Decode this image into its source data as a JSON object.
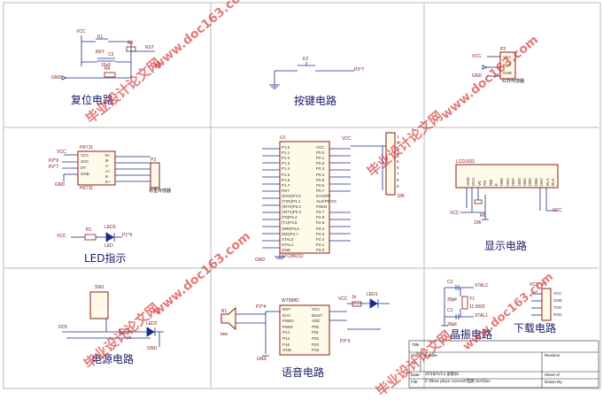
{
  "sections": {
    "reset": "复位电路",
    "button": "按键电路",
    "ir": "红外传感器",
    "led": "LED指示",
    "display": "显示电路",
    "power": "电源电路",
    "voice": "语音电路",
    "crystal": "晶振电路",
    "download": "下载电路"
  },
  "components": {
    "k1": "K1",
    "key": "KEY",
    "r2": "R2",
    "rst": "RST",
    "c3": "C3",
    "c3_val": "10uF",
    "r4": "R4",
    "k2": "K2",
    "p37": "P3^7",
    "p2": "P2",
    "ir_vcc": "VCC",
    "ir_gnd": "GND",
    "hx711": "HX711",
    "hx711_bottom": "HX711",
    "p3": "P3",
    "weight_sensor": "称重传感器",
    "r1": "R1",
    "led3": "LED3",
    "led3_net": "P1^0",
    "led_label": "LED",
    "u1": "U1",
    "mcu": "STC89C52",
    "lcd": "LCD1602",
    "r6": "R6",
    "r6_val": "10K",
    "r10k": "10K",
    "sw1": "SW1",
    "dc5": "DC5",
    "r_1k": "1k",
    "led2": "LED2",
    "wt588d": "WT588D",
    "b1": "B1",
    "bee": "bee",
    "p24": "P2^4",
    "p23": "P2^3",
    "r3": "R3",
    "r3_val": "1k",
    "led1": "LED1",
    "led1_net": "P2^3",
    "c2": "C2",
    "c1": "C1",
    "c_val": "30pF",
    "xtal1": "XTAL1",
    "xtal2": "XTAL2",
    "y1": "Y1",
    "y1_val": "11.0592",
    "p1": "P1"
  },
  "nets": {
    "vcc": "VCC",
    "gnd": "GND"
  },
  "pins": {
    "hx711_left": [
      "VCC",
      "SCK",
      "DT",
      "GND"
    ],
    "hx711_right": [
      "B+",
      "B-",
      "A-",
      "A+",
      "E-",
      "E+"
    ],
    "hx711_nets": [
      "P2^6",
      "P2^7"
    ],
    "ir_module": [
      "VCC",
      "OUT",
      "GND"
    ],
    "mcu_left": [
      "P1.0",
      "P1.1",
      "P1.2",
      "P1.3",
      "P1.4",
      "P1.5",
      "P1.6",
      "P1.7",
      "RST",
      "(RXD)P3.0",
      "(TXD)P3.1",
      "(INT0)P3.2",
      "(INT1)P3.3",
      "(T0)P3.4",
      "(T1)P3.5",
      "(WR)P3.6",
      "(RD)P3.7",
      "XTAL2",
      "XTAL1",
      "GND"
    ],
    "mcu_right": [
      "VCC",
      "P0.0",
      "P0.1",
      "P0.2",
      "P0.3",
      "P0.4",
      "P0.5",
      "P0.6",
      "P0.7",
      "EA/VPP",
      "ALE/PROG",
      "PSEN",
      "P2.7",
      "P2.6",
      "P2.5",
      "P2.4",
      "P2.3",
      "P2.2",
      "P2.1",
      "P2.0"
    ],
    "lcd": [
      "GND",
      "VCC",
      "V0",
      "RS",
      "RW",
      "E",
      "DB0",
      "DB1",
      "DB2",
      "DB3",
      "DB4",
      "DB5",
      "DB6",
      "DB7",
      "BLA",
      "BLK"
    ],
    "wt588d_left": [
      "RST",
      "DAC",
      "PWM+",
      "PWM-",
      "P14",
      "P13",
      "P16",
      "GND"
    ],
    "wt588d_right": [
      "VCC",
      "BUSY",
      "VDD",
      "P00",
      "P01",
      "P02",
      "P03",
      "P15"
    ],
    "download": [
      "VCC",
      "GND",
      "TXD",
      "RXD"
    ],
    "header_nums": [
      "1",
      "2",
      "3",
      "4",
      "5",
      "6",
      "7",
      "8",
      "9"
    ]
  },
  "titleblock": {
    "title_label": "Title",
    "size_label": "Size",
    "size_val": "A4",
    "number_label": "Number",
    "revision_label": "Revision",
    "date_label": "Date:",
    "date_val": "2018/5/13 星期日",
    "file_label": "File:",
    "file_val": "E:\\New pbye rcorvel\\电路.SchDoc",
    "sheet_label": "Sheet of",
    "drawn_label": "Drawn By:"
  },
  "watermark": {
    "text_cn": "毕业设计论文网",
    "text_url": "www.doc163.com"
  },
  "colors": {
    "wire": "#1e2a8c",
    "component": "#8b1a1a",
    "section": "#1a1a66",
    "grid": "#b8b8b8",
    "watermark": "#d22828",
    "chip_fill": "#fffbe8"
  }
}
